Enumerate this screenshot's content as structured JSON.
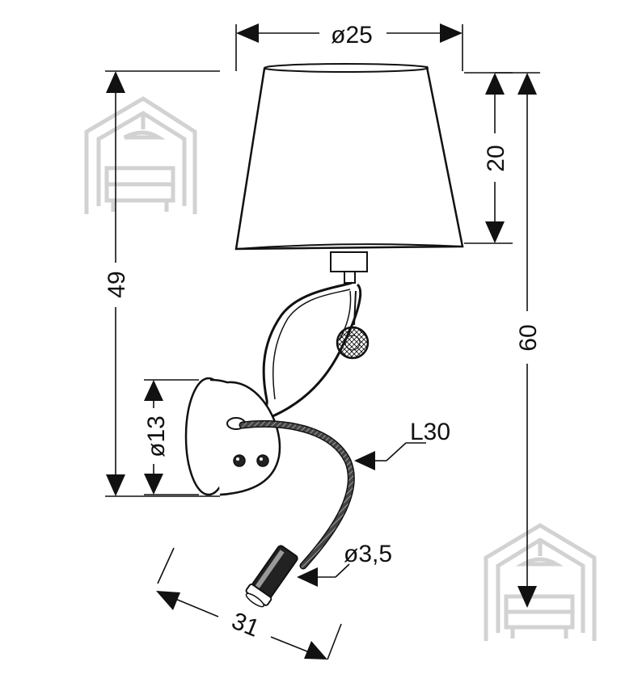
{
  "dimensions": {
    "shade_diameter": "ø25",
    "shade_height": "20",
    "body_height": "49",
    "total_height": "60",
    "base_diameter": "ø13",
    "cable_length": "L30",
    "spot_diameter": "ø3,5",
    "reach": "31"
  },
  "colors": {
    "line": "#111111",
    "watermark": "#d2d2d2"
  },
  "watermark_icon": "house-sofa-logo"
}
